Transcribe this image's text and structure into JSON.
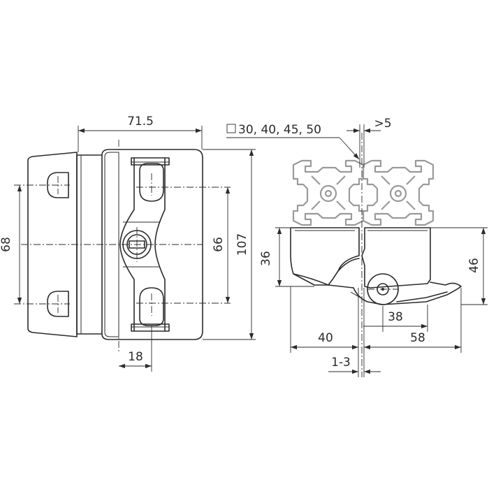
{
  "dimensions": {
    "width_top": "71.5",
    "height_68": "68",
    "height_66": "66",
    "height_107": "107",
    "width_18": "18",
    "profile_sizes": "30, 40, 45, 50",
    "gap_min": ">5",
    "height_36": "36",
    "height_46": "46",
    "width_38": "38",
    "width_40": "40",
    "width_58": "58",
    "gap_range": "1-3"
  },
  "colors": {
    "line": "#2b2b2b",
    "profile": "#9a9a9a"
  }
}
